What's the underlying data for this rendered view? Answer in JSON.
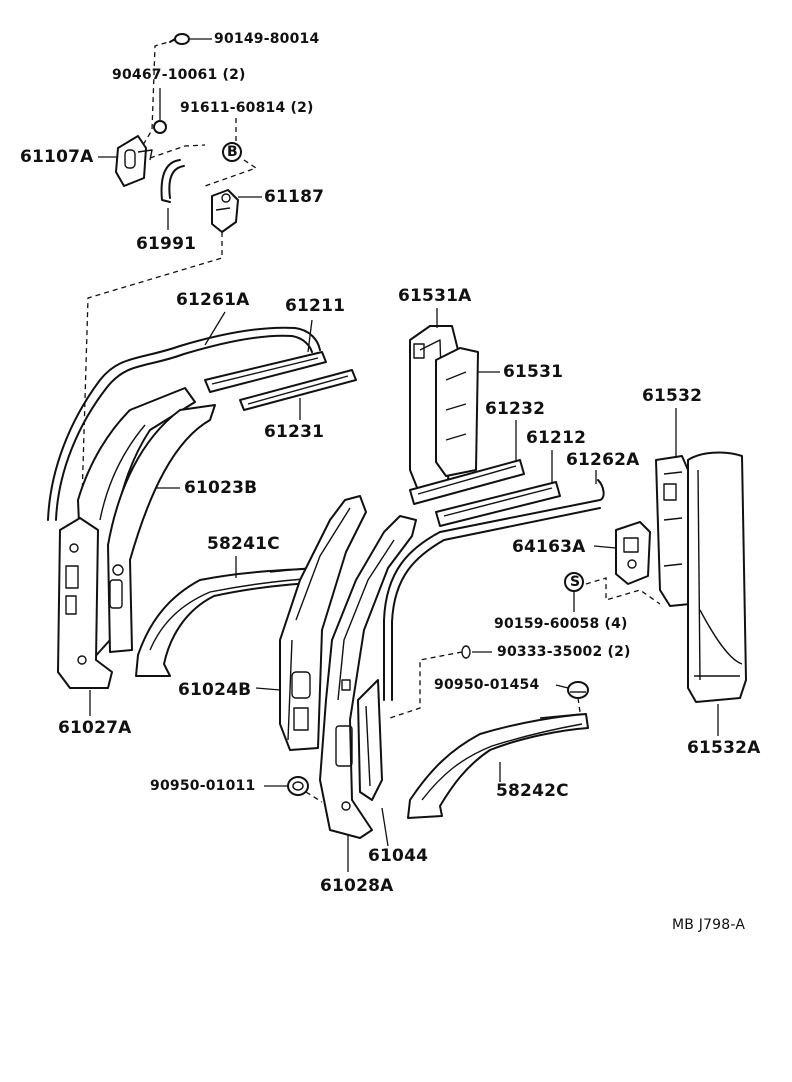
{
  "diagram": {
    "labels": {
      "p90149_80014": "90149-80014",
      "p90467_10061": "90467-10061 (2)",
      "p91611_60814": "91611-60814 (2)",
      "p61107A": "61107A",
      "p61187": "61187",
      "p61991": "61991",
      "p61261A": "61261A",
      "p61211": "61211",
      "p61231": "61231",
      "p61023B": "61023B",
      "p58241C": "58241C",
      "p61024B": "61024B",
      "p61027A": "61027A",
      "p61531A": "61531A",
      "p61531": "61531",
      "p61232": "61232",
      "p61212": "61212",
      "p61262A": "61262A",
      "p61532": "61532",
      "p64163A": "64163A",
      "p90159_60058": "90159-60058 (4)",
      "p90333_35002": "90333-35002 (2)",
      "p90950_01454": "90950-01454",
      "p90950_01011": "90950-01011",
      "p58242C": "58242C",
      "p61044": "61044",
      "p61028A": "61028A",
      "p61532A": "61532A",
      "footer_code": "MB  J798-A"
    },
    "symbols": {
      "bolt_symbol": "B",
      "screw_symbol": "S"
    }
  }
}
